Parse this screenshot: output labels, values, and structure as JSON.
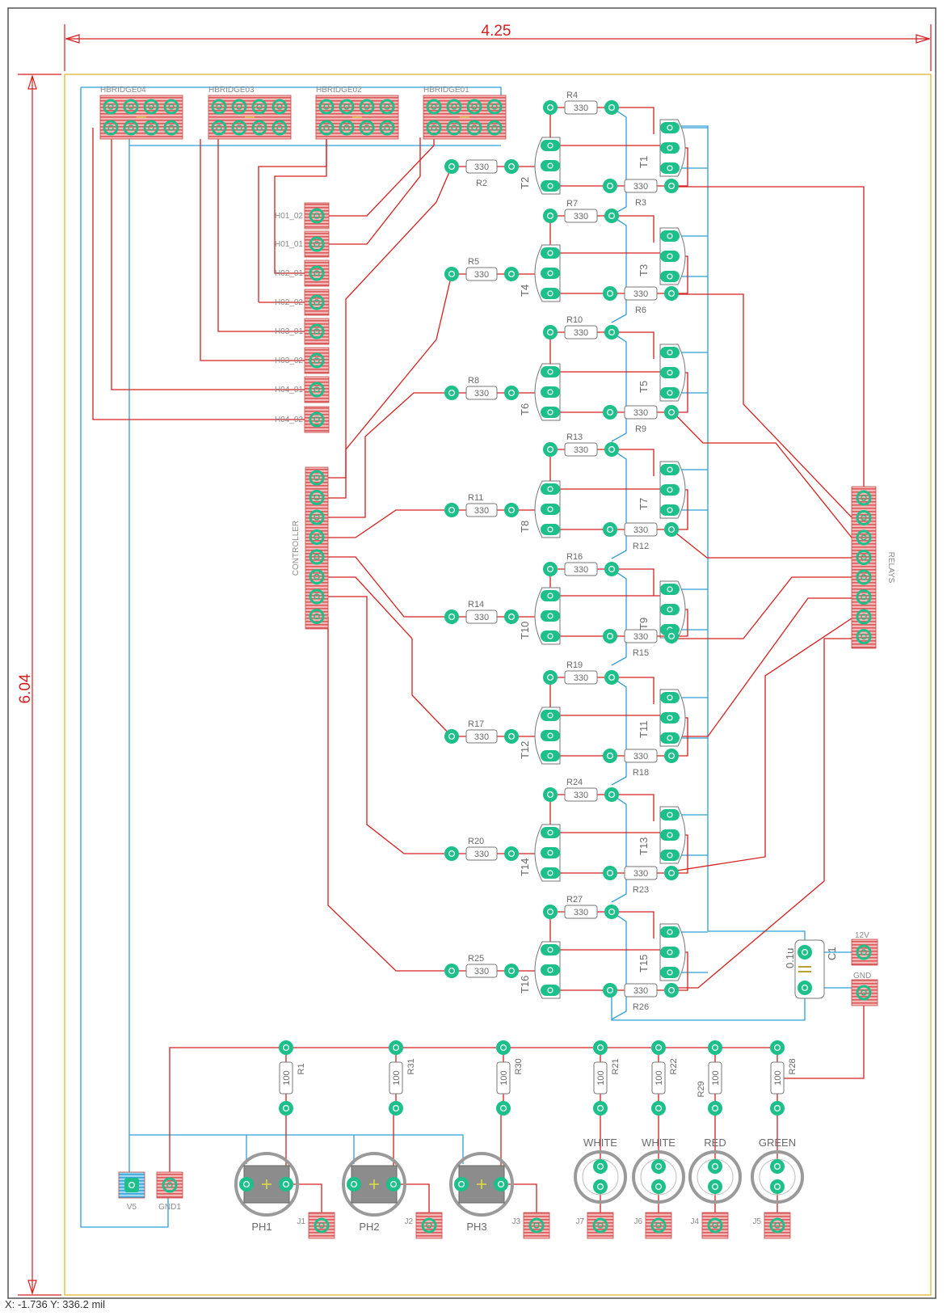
{
  "dimensions": {
    "width_in": "4.25",
    "height_in": "6.04"
  },
  "status_text": "X: -1.736   Y: 336.2 mil",
  "colors": {
    "trace_red": "#d42020",
    "trace_blue": "#2f9fd6",
    "pad": "#1dbf8a",
    "outline": "#e0b020",
    "header": "#e07070"
  },
  "hbridges": [
    "HBRIDGE04",
    "HBRIDGE03",
    "HBRIDGE02",
    "HBRIDGE01"
  ],
  "hconnectors": [
    "H01_02",
    "H01_01",
    "H02_01",
    "H02_02",
    "H03_01",
    "H03_02",
    "H04_01",
    "H04_02"
  ],
  "controller_label": "CONTROLLER",
  "relays_label": "RELAYS",
  "resistor_value": "330",
  "driver_stages": [
    {
      "left_t": "T2",
      "right_t": "T1",
      "top_r": "R4",
      "left_r": "R2",
      "right_r": "R3"
    },
    {
      "left_t": "T4",
      "right_t": "T3",
      "top_r": "R7",
      "left_r": "R5",
      "right_r": "R6"
    },
    {
      "left_t": "T6",
      "right_t": "T5",
      "top_r": "R10",
      "left_r": "R8",
      "right_r": "R9"
    },
    {
      "left_t": "T8",
      "right_t": "T7",
      "top_r": "R13",
      "left_r": "R11",
      "right_r": "R12"
    },
    {
      "left_t": "T10",
      "right_t": "T9",
      "top_r": "R16",
      "left_r": "R14",
      "right_r": "R15"
    },
    {
      "left_t": "T12",
      "right_t": "T11",
      "top_r": "R19",
      "left_r": "R17",
      "right_r": "R18"
    },
    {
      "left_t": "T14",
      "right_t": "T13",
      "top_r": "R24",
      "left_r": "R20",
      "right_r": "R23"
    },
    {
      "left_t": "T16",
      "right_t": "T15",
      "top_r": "R27",
      "left_r": "R25",
      "right_r": "R26"
    }
  ],
  "capacitor": {
    "name": "C1",
    "value": "0.1u"
  },
  "power_labels": {
    "v12": "12V",
    "gnd": "GND",
    "v5": "V5",
    "gnd1": "GND1"
  },
  "bottom_resistors": [
    {
      "name": "R1",
      "value": "100"
    },
    {
      "name": "R31",
      "value": "100"
    },
    {
      "name": "R30",
      "value": "100"
    },
    {
      "name": "R21",
      "value": "100"
    },
    {
      "name": "R22",
      "value": "100"
    },
    {
      "name": "R29",
      "value": "100"
    },
    {
      "name": "R28",
      "value": "100"
    }
  ],
  "photoresistors": [
    "PH1",
    "PH2",
    "PH3"
  ],
  "photo_jacks": [
    "J1",
    "J2",
    "J3"
  ],
  "leds": [
    {
      "color": "WHITE",
      "jack": "J7"
    },
    {
      "color": "WHITE",
      "jack": "J6"
    },
    {
      "color": "RED",
      "jack": "J4"
    },
    {
      "color": "GREEN",
      "jack": "J5"
    }
  ]
}
